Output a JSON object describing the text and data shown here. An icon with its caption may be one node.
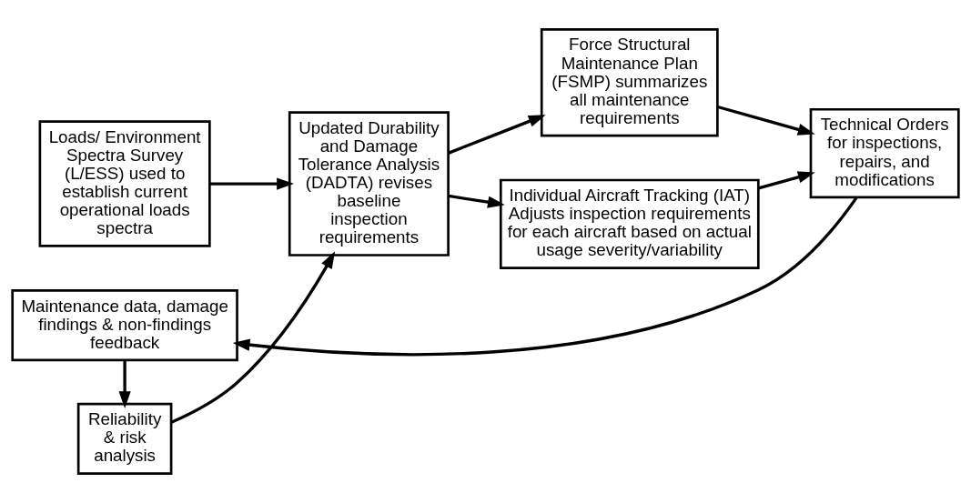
{
  "diagram": {
    "nodes": [
      {
        "text": [
          "Loads/ Environment Spectra Survey (L/ESS) used to establish current operational loads spectra"
        ]
      },
      {
        "text": [
          "Updated Durability and Damage Tolerance Analysis (DADTA) revises baseline inspection requirements"
        ]
      },
      {
        "text": [
          "Force Structural Maintenance Plan (FSMP) summarizes all maintenance requirements"
        ]
      },
      {
        "text": [
          "Technical Orders for inspections, repairs, and modifications"
        ]
      },
      {
        "text": [
          "Maintenance data, damage findings & non-findings feedback"
        ]
      },
      {
        "text": [
          "Reliability & risk analysis"
        ]
      },
      {
        "text": [
          "Individual Aircraft Tracking (IAT) Adjusts inspection requirements for each aircraft based on actual usage severity/variability"
        ]
      }
    ],
    "edges": [
      {
        "from": 0,
        "to": 1,
        "arrow": "to"
      },
      {
        "from": 1,
        "to": 2,
        "arrow": "to"
      },
      {
        "from": 2,
        "to": 3,
        "arrow": "to"
      },
      {
        "from": 3,
        "to": 4,
        "arrow": "to"
      },
      {
        "from": 4,
        "to": 5,
        "arrow": "to"
      },
      {
        "from": 5,
        "to": 1,
        "arrow": "to"
      },
      {
        "from": 1,
        "to": 6,
        "arrow": "to"
      },
      {
        "from": 6,
        "to": 3,
        "arrow": "to"
      }
    ]
  }
}
